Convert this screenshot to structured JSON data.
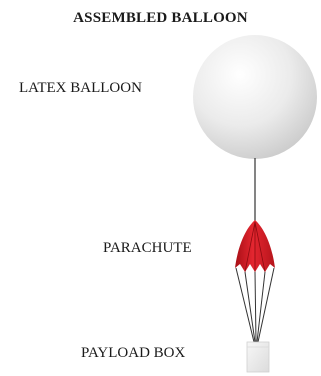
{
  "title": "ASSEMBLED BALLOON",
  "labels": {
    "balloon": "LATEX BALLOON",
    "parachute": "PARACHUTE",
    "payload": "PAYLOAD BOX"
  },
  "colors": {
    "balloon": "#e9e9e9",
    "parachute": "#d81c24",
    "payload_box": "#eeeeee",
    "lines": "#333333"
  }
}
